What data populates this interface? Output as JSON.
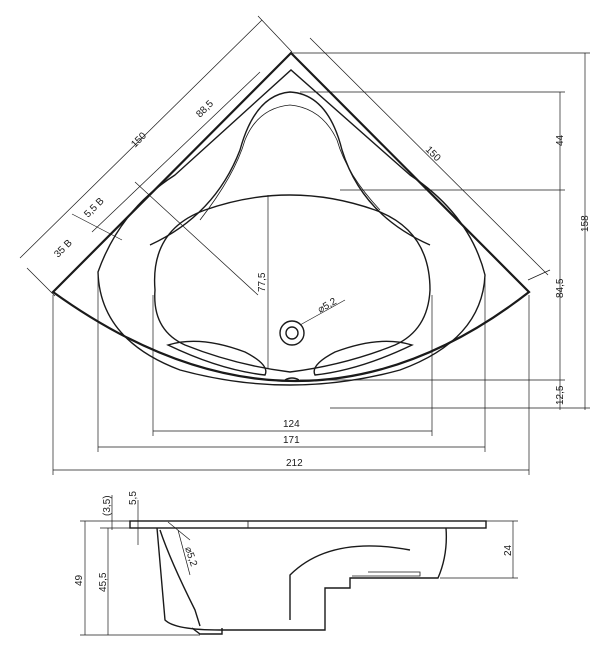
{
  "top_view": {
    "dims": {
      "width_overall": "212",
      "width_rim": "171",
      "width_basin": "124",
      "height_overall": "158",
      "height_top_seat": "44",
      "height_basin": "84,5",
      "height_bottom": "12,5",
      "side_left": "150",
      "side_right": "150",
      "side_inner": "88,5",
      "corner_depth": "35 B",
      "rim_width": "5,5 B",
      "basin_depth": "77,5",
      "drain_diameter": "⌀5,2"
    }
  },
  "side_view": {
    "dims": {
      "rim_gap": "(3,5)",
      "rim_thickness": "5,5",
      "total_height": "49",
      "inner_height": "45,5",
      "right_height": "24",
      "drain_diameter": "⌀5,2"
    }
  }
}
